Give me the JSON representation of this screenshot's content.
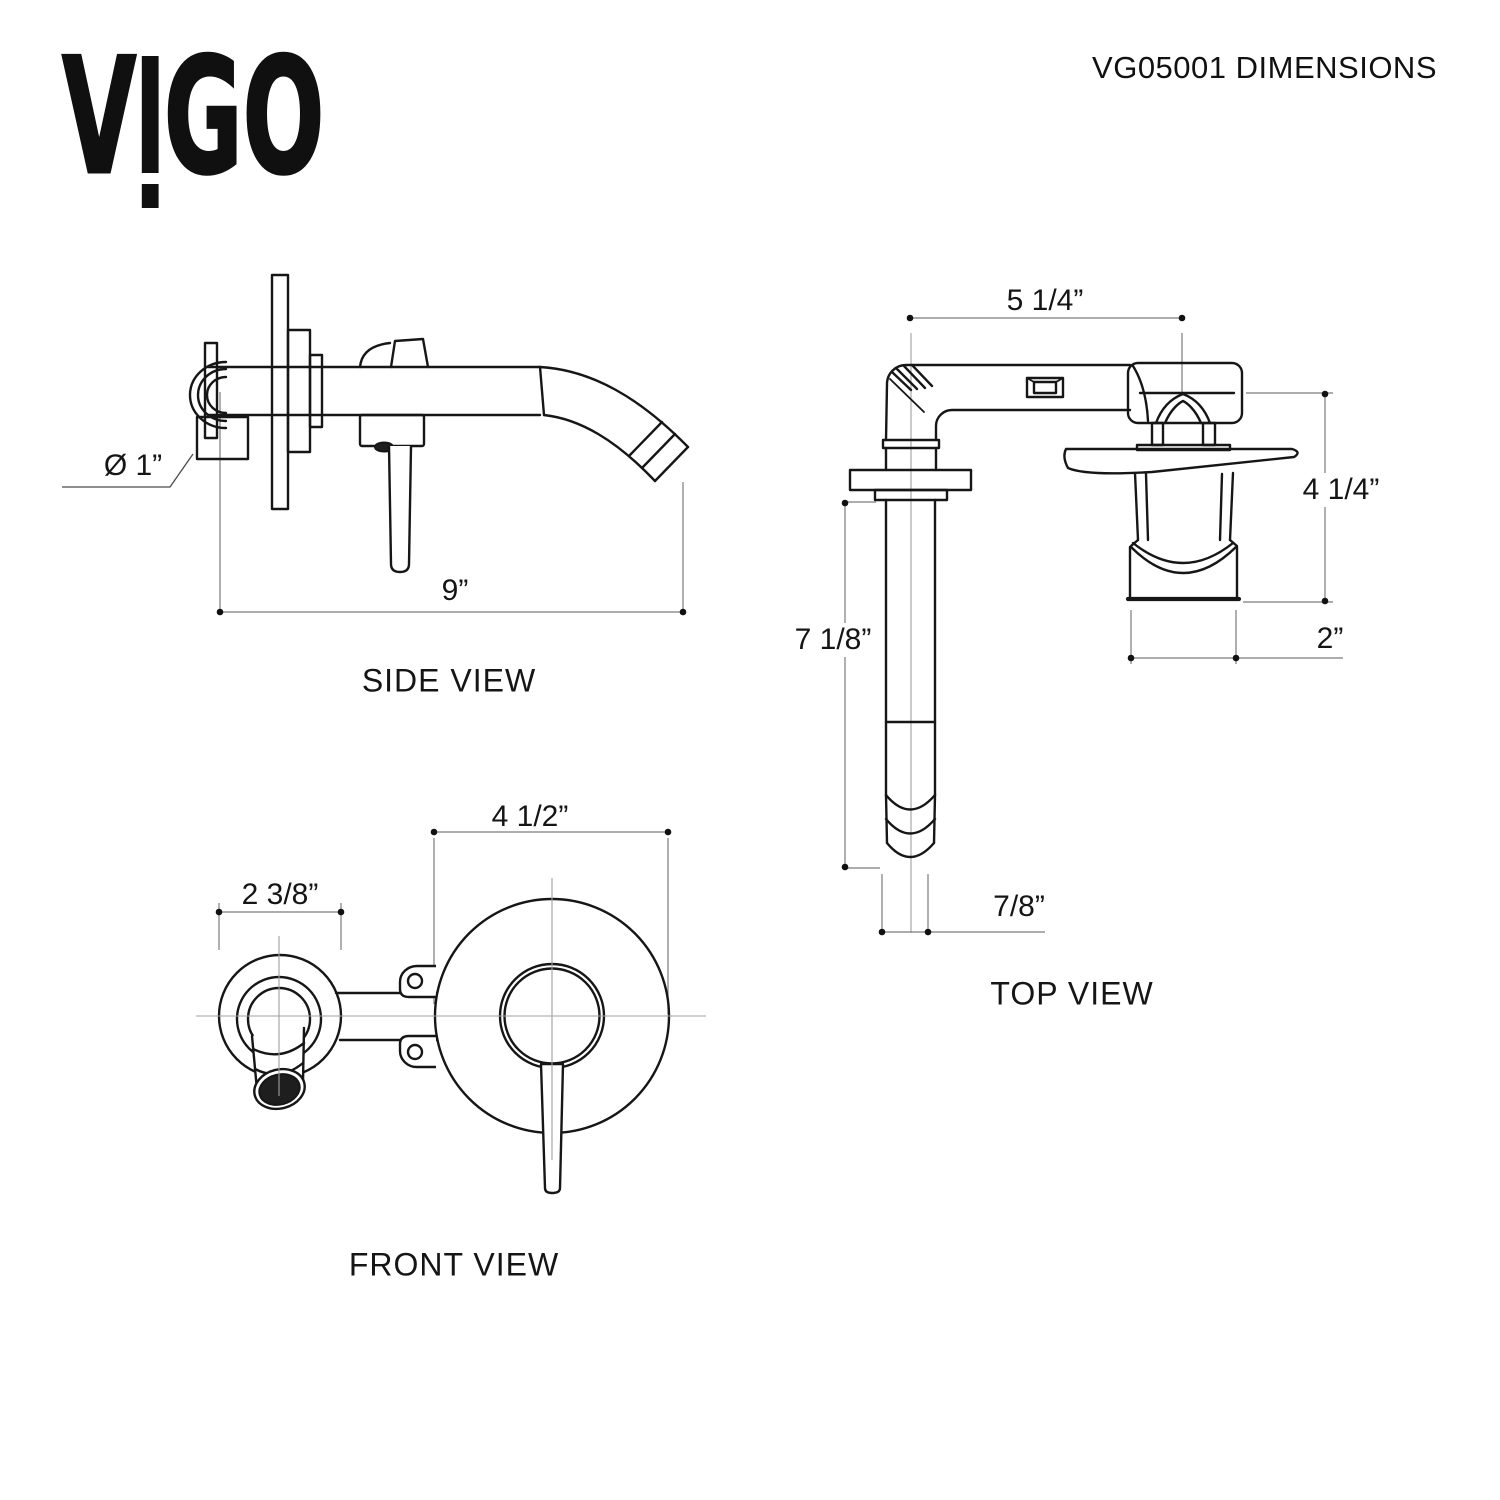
{
  "brand": {
    "v": "V",
    "go": "GO",
    "text": "VIGO"
  },
  "header": {
    "title": "VG05001 DIMENSIONS"
  },
  "side_view": {
    "label": "SIDE VIEW",
    "dims": {
      "spout_diameter": "Ø 1”",
      "overall_length": "9”"
    }
  },
  "top_view": {
    "label": "TOP VIEW",
    "dims": {
      "spout_to_handle_center": "5 1/4”",
      "handle_assembly_depth": "4 1/4”",
      "handle_base_width": "2”",
      "spout_projection": "7 1/8”",
      "spout_tube_diameter": "7/8”"
    }
  },
  "front_view": {
    "label": "FRONT VIEW",
    "dims": {
      "spout_plate_diameter": "2 3/8”",
      "handle_plate_diameter": "4 1/2”"
    }
  }
}
